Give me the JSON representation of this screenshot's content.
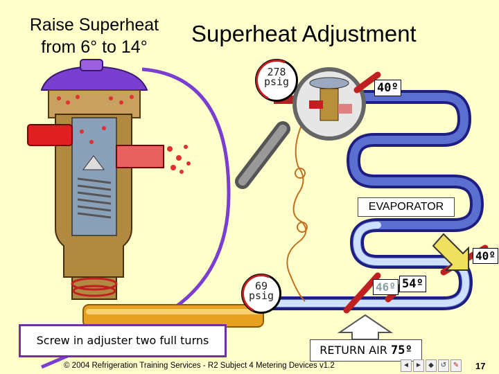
{
  "raise_text": "Raise Superheat from 6° to 14°",
  "title": "Superheat Adjustment",
  "gauge_high": {
    "value": "278",
    "unit": "psig"
  },
  "gauge_low": {
    "value": "69",
    "unit": "psig"
  },
  "temps": {
    "bulb_top": "40º",
    "evap_outlet": "40º",
    "air_in": "46º",
    "air_out": "54º"
  },
  "evaporator_label": "EVAPORATOR",
  "instruction": "Screw in adjuster two full turns",
  "return_air": {
    "label": "RETURN AIR",
    "temp": "75º"
  },
  "footer": "© 2004 Refrigeration Training Services - R2 Subject 4 Metering Devices v1.2",
  "page_number": "17",
  "nav_buttons": [
    "◄",
    "►",
    "◆",
    "↺"
  ]
}
